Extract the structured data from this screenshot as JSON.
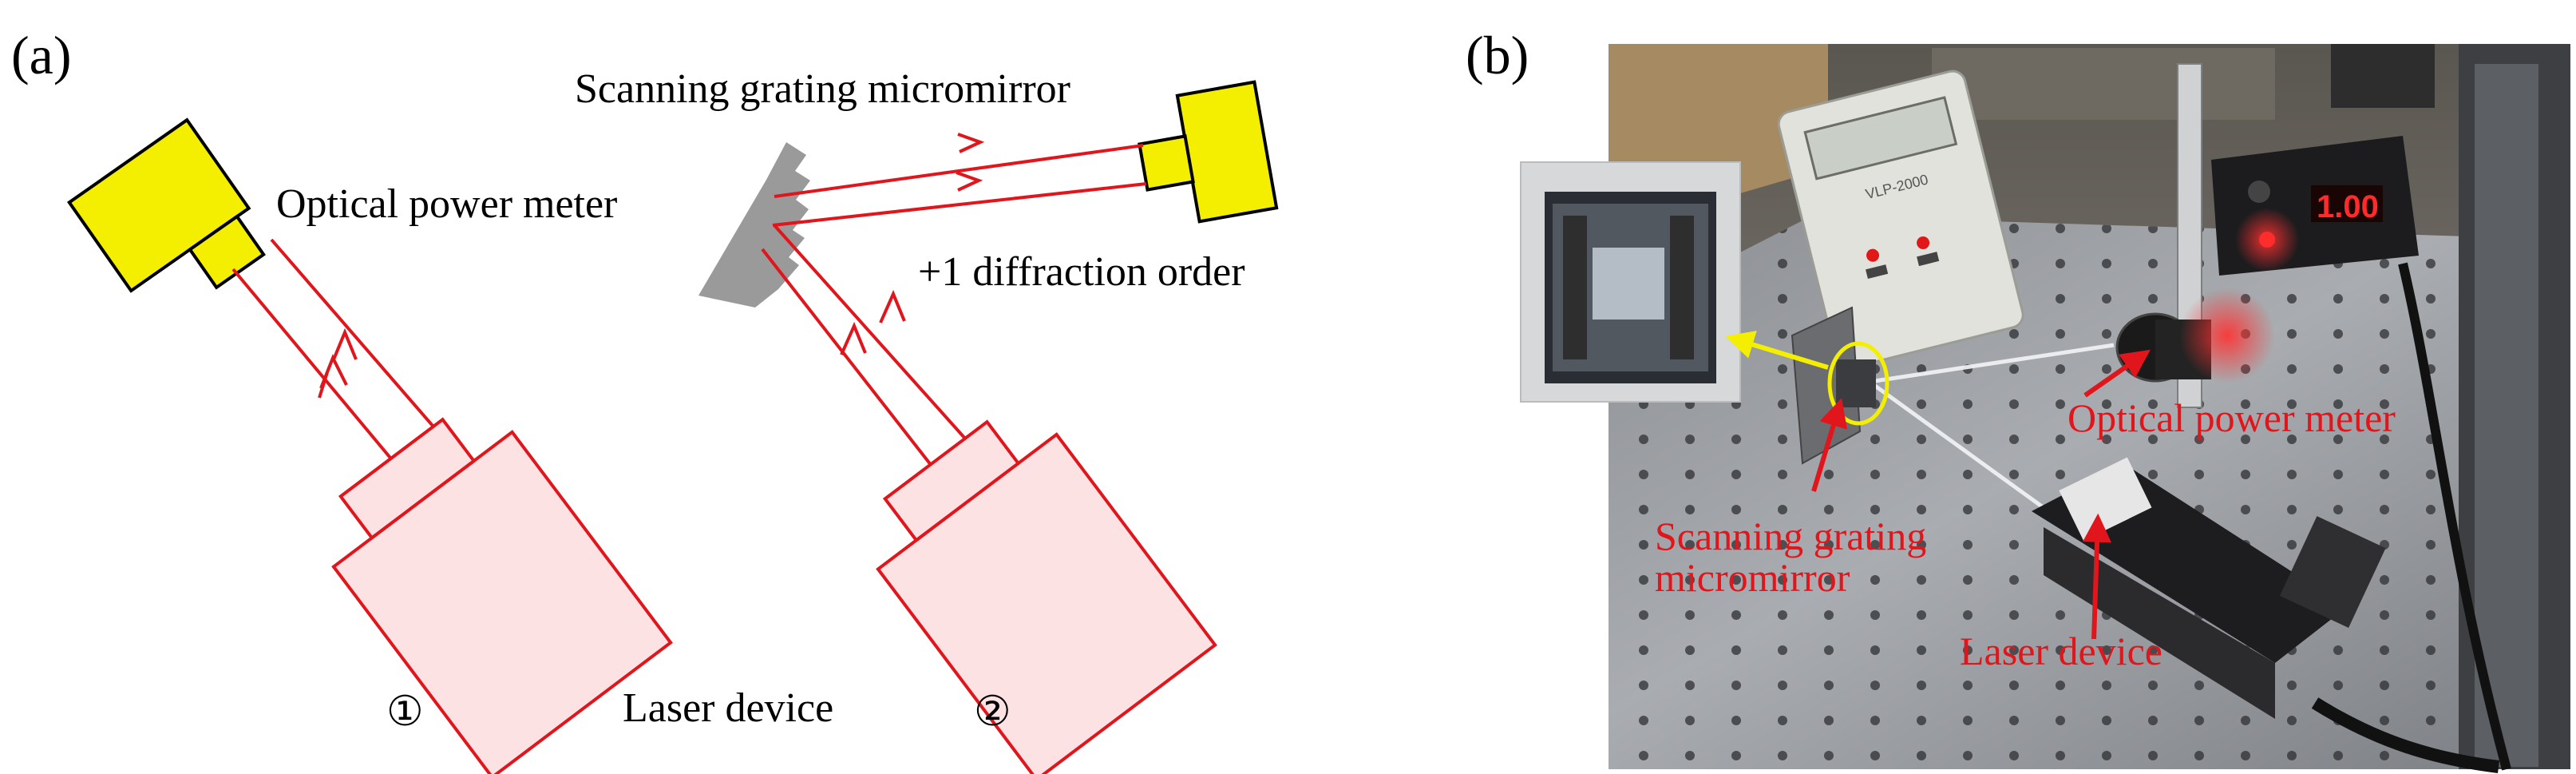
{
  "panel_a": {
    "panel_label": "(a)",
    "optical_power_meter_label": "Optical power meter",
    "scanning_grating_label": "Scanning grating micromirror",
    "diffraction_order_label": "+1 diffraction order",
    "laser_device_label": "Laser device",
    "setup_marker_1": "①",
    "setup_marker_2": "②"
  },
  "panel_b": {
    "panel_label": "(b)",
    "optical_power_meter_label": "Optical power meter",
    "scanning_grating_label_line1": "Scanning grating",
    "scanning_grating_label_line2": "micromirror",
    "laser_device_label": "Laser device",
    "meter_display_reading": "1.00",
    "meter_model_label": "VLP-2000"
  },
  "colors": {
    "laser_red": "#e0161c",
    "laser_body_fill": "#fde2e4",
    "meter_yellow": "#f4ee00",
    "grating_gray": "#9a9a9a"
  }
}
